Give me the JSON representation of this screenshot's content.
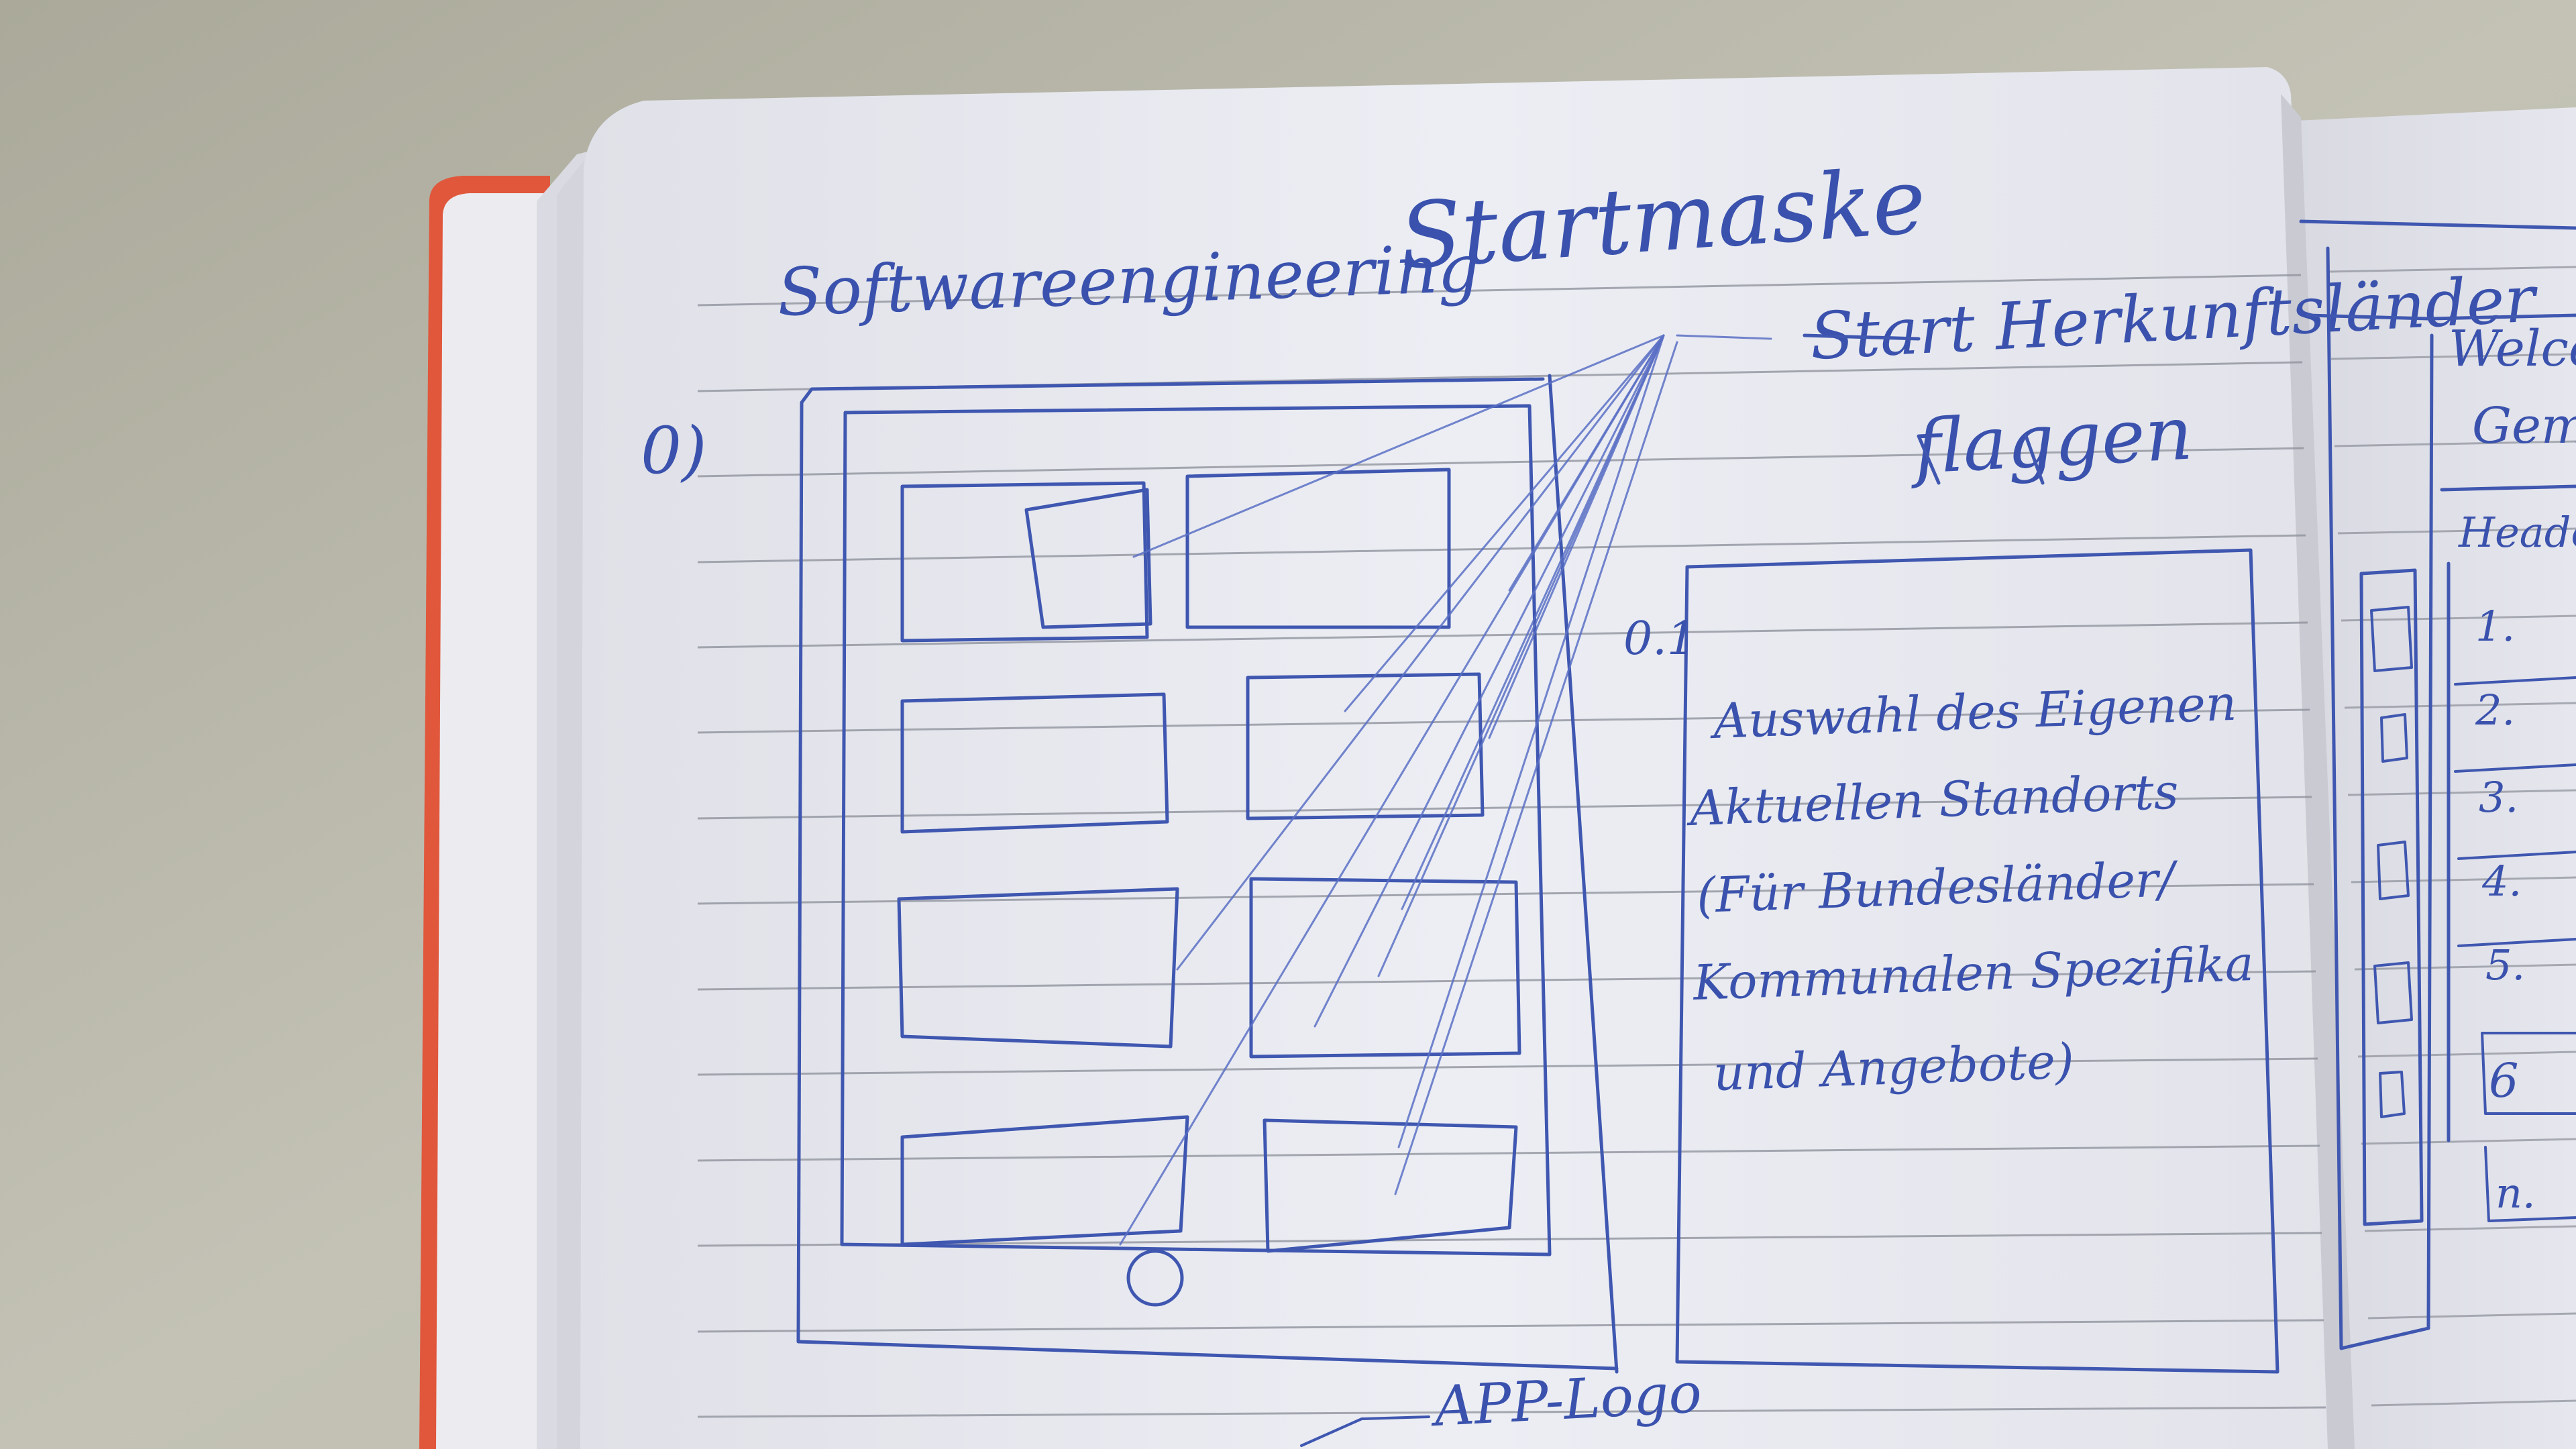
{
  "notebook": {
    "left_page": {
      "title": "Startmaske",
      "course": "Softwareengineering",
      "sketch_label": "0)",
      "callout_label": "Start Herkunftsländer",
      "callout_sublabel": "flaggen",
      "bottom_label": "APP-Logo",
      "panel": {
        "label": "0.1",
        "lines": [
          "Auswahl des Eigenen",
          "Aktuellen Standorts",
          "(Für Bundesländer/",
          "Kommunalen Spezifika",
          "und Angebote)"
        ]
      }
    },
    "right_page": {
      "header_lines": [
        "Welcom",
        "Gemm"
      ],
      "list_header": "Heade",
      "numbers": [
        "1.",
        "2.",
        "3.",
        "4.",
        "5.",
        "6",
        "n."
      ]
    }
  },
  "colors": {
    "ink": "#3f57b0",
    "cover": "#e0573c",
    "paper": "#e9eaf1",
    "background": "#b9b7a8"
  }
}
